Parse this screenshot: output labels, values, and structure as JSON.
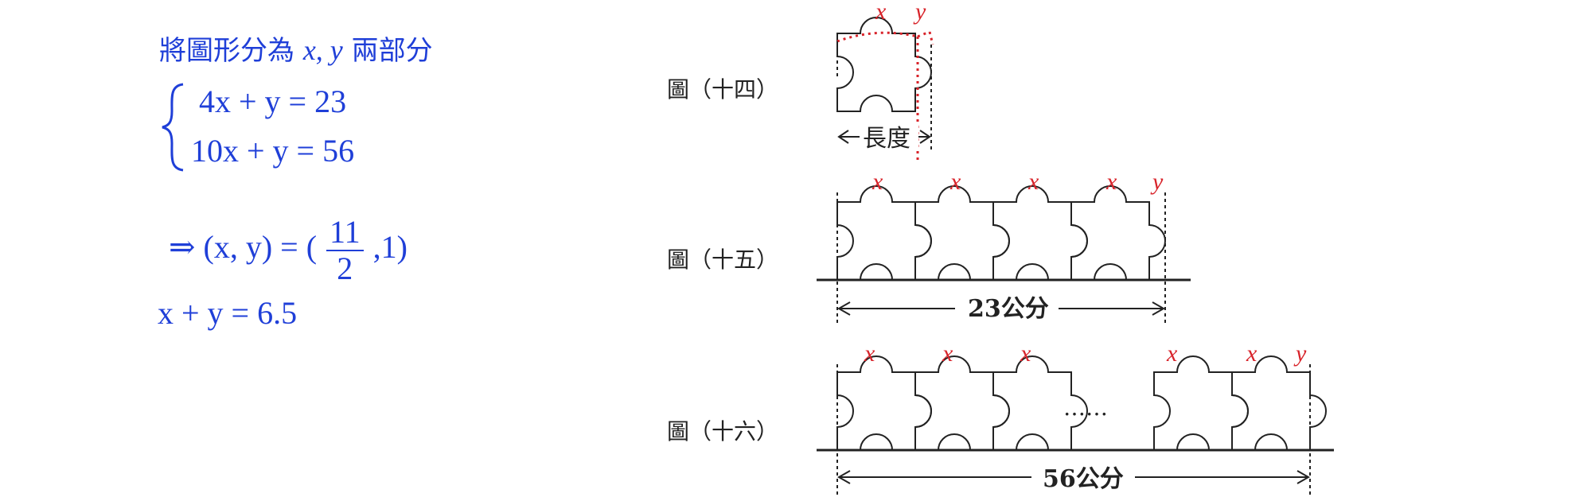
{
  "solution": {
    "heading_prefix": "將圖形分為",
    "heading_vars": "x, y",
    "heading_suffix": "兩部分",
    "eq1": "4x + y = 23",
    "eq2": "10x + y = 56",
    "implies": "⇒ (x, y) = (",
    "frac_num": "11",
    "frac_den": "2",
    "implies_tail": ",1)",
    "result": "x + y = 6.5"
  },
  "figures": {
    "fig14_label": "圖（十四）",
    "fig15_label": "圖（十五）",
    "fig16_label": "圖（十六）",
    "length_label": "長度",
    "fig15_dim": "23公分",
    "fig16_dim": "56公分",
    "ellipsis": "……",
    "var_x": "x",
    "var_y": "y"
  },
  "colors": {
    "math": "#1f3fd8",
    "annotation": "#d8232a",
    "ink": "#222222"
  }
}
